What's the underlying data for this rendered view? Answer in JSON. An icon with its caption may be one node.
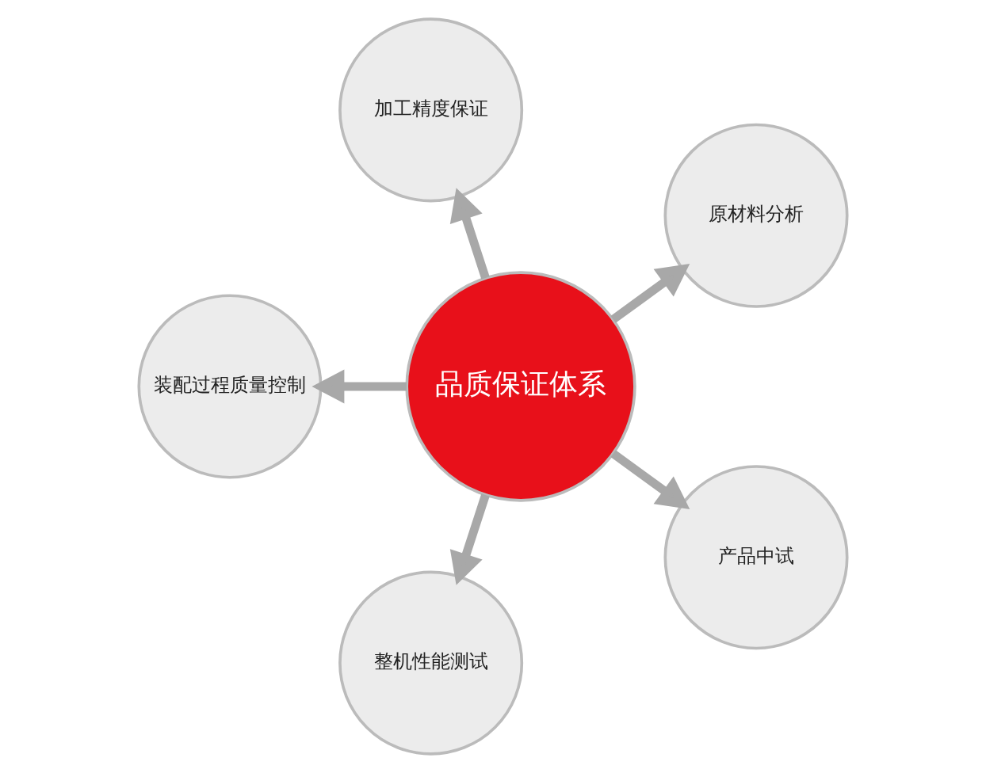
{
  "diagram": {
    "nodes": [
      {
        "text": [
          "品质保证体系"
        ]
      },
      {
        "text": [
          "原材料分析"
        ]
      },
      {
        "text": [
          "加工精度保证"
        ]
      },
      {
        "text": [
          "装配过程质量控制"
        ]
      },
      {
        "text": [
          "整机性能测试"
        ]
      },
      {
        "text": [
          "产品中试"
        ]
      }
    ],
    "edges": [
      {
        "from": 0,
        "to": 1,
        "arrow": "to"
      },
      {
        "from": 0,
        "to": 2,
        "arrow": "to"
      },
      {
        "from": 0,
        "to": 3,
        "arrow": "to"
      },
      {
        "from": 0,
        "to": 4,
        "arrow": "to"
      },
      {
        "from": 0,
        "to": 5,
        "arrow": "to"
      }
    ]
  }
}
